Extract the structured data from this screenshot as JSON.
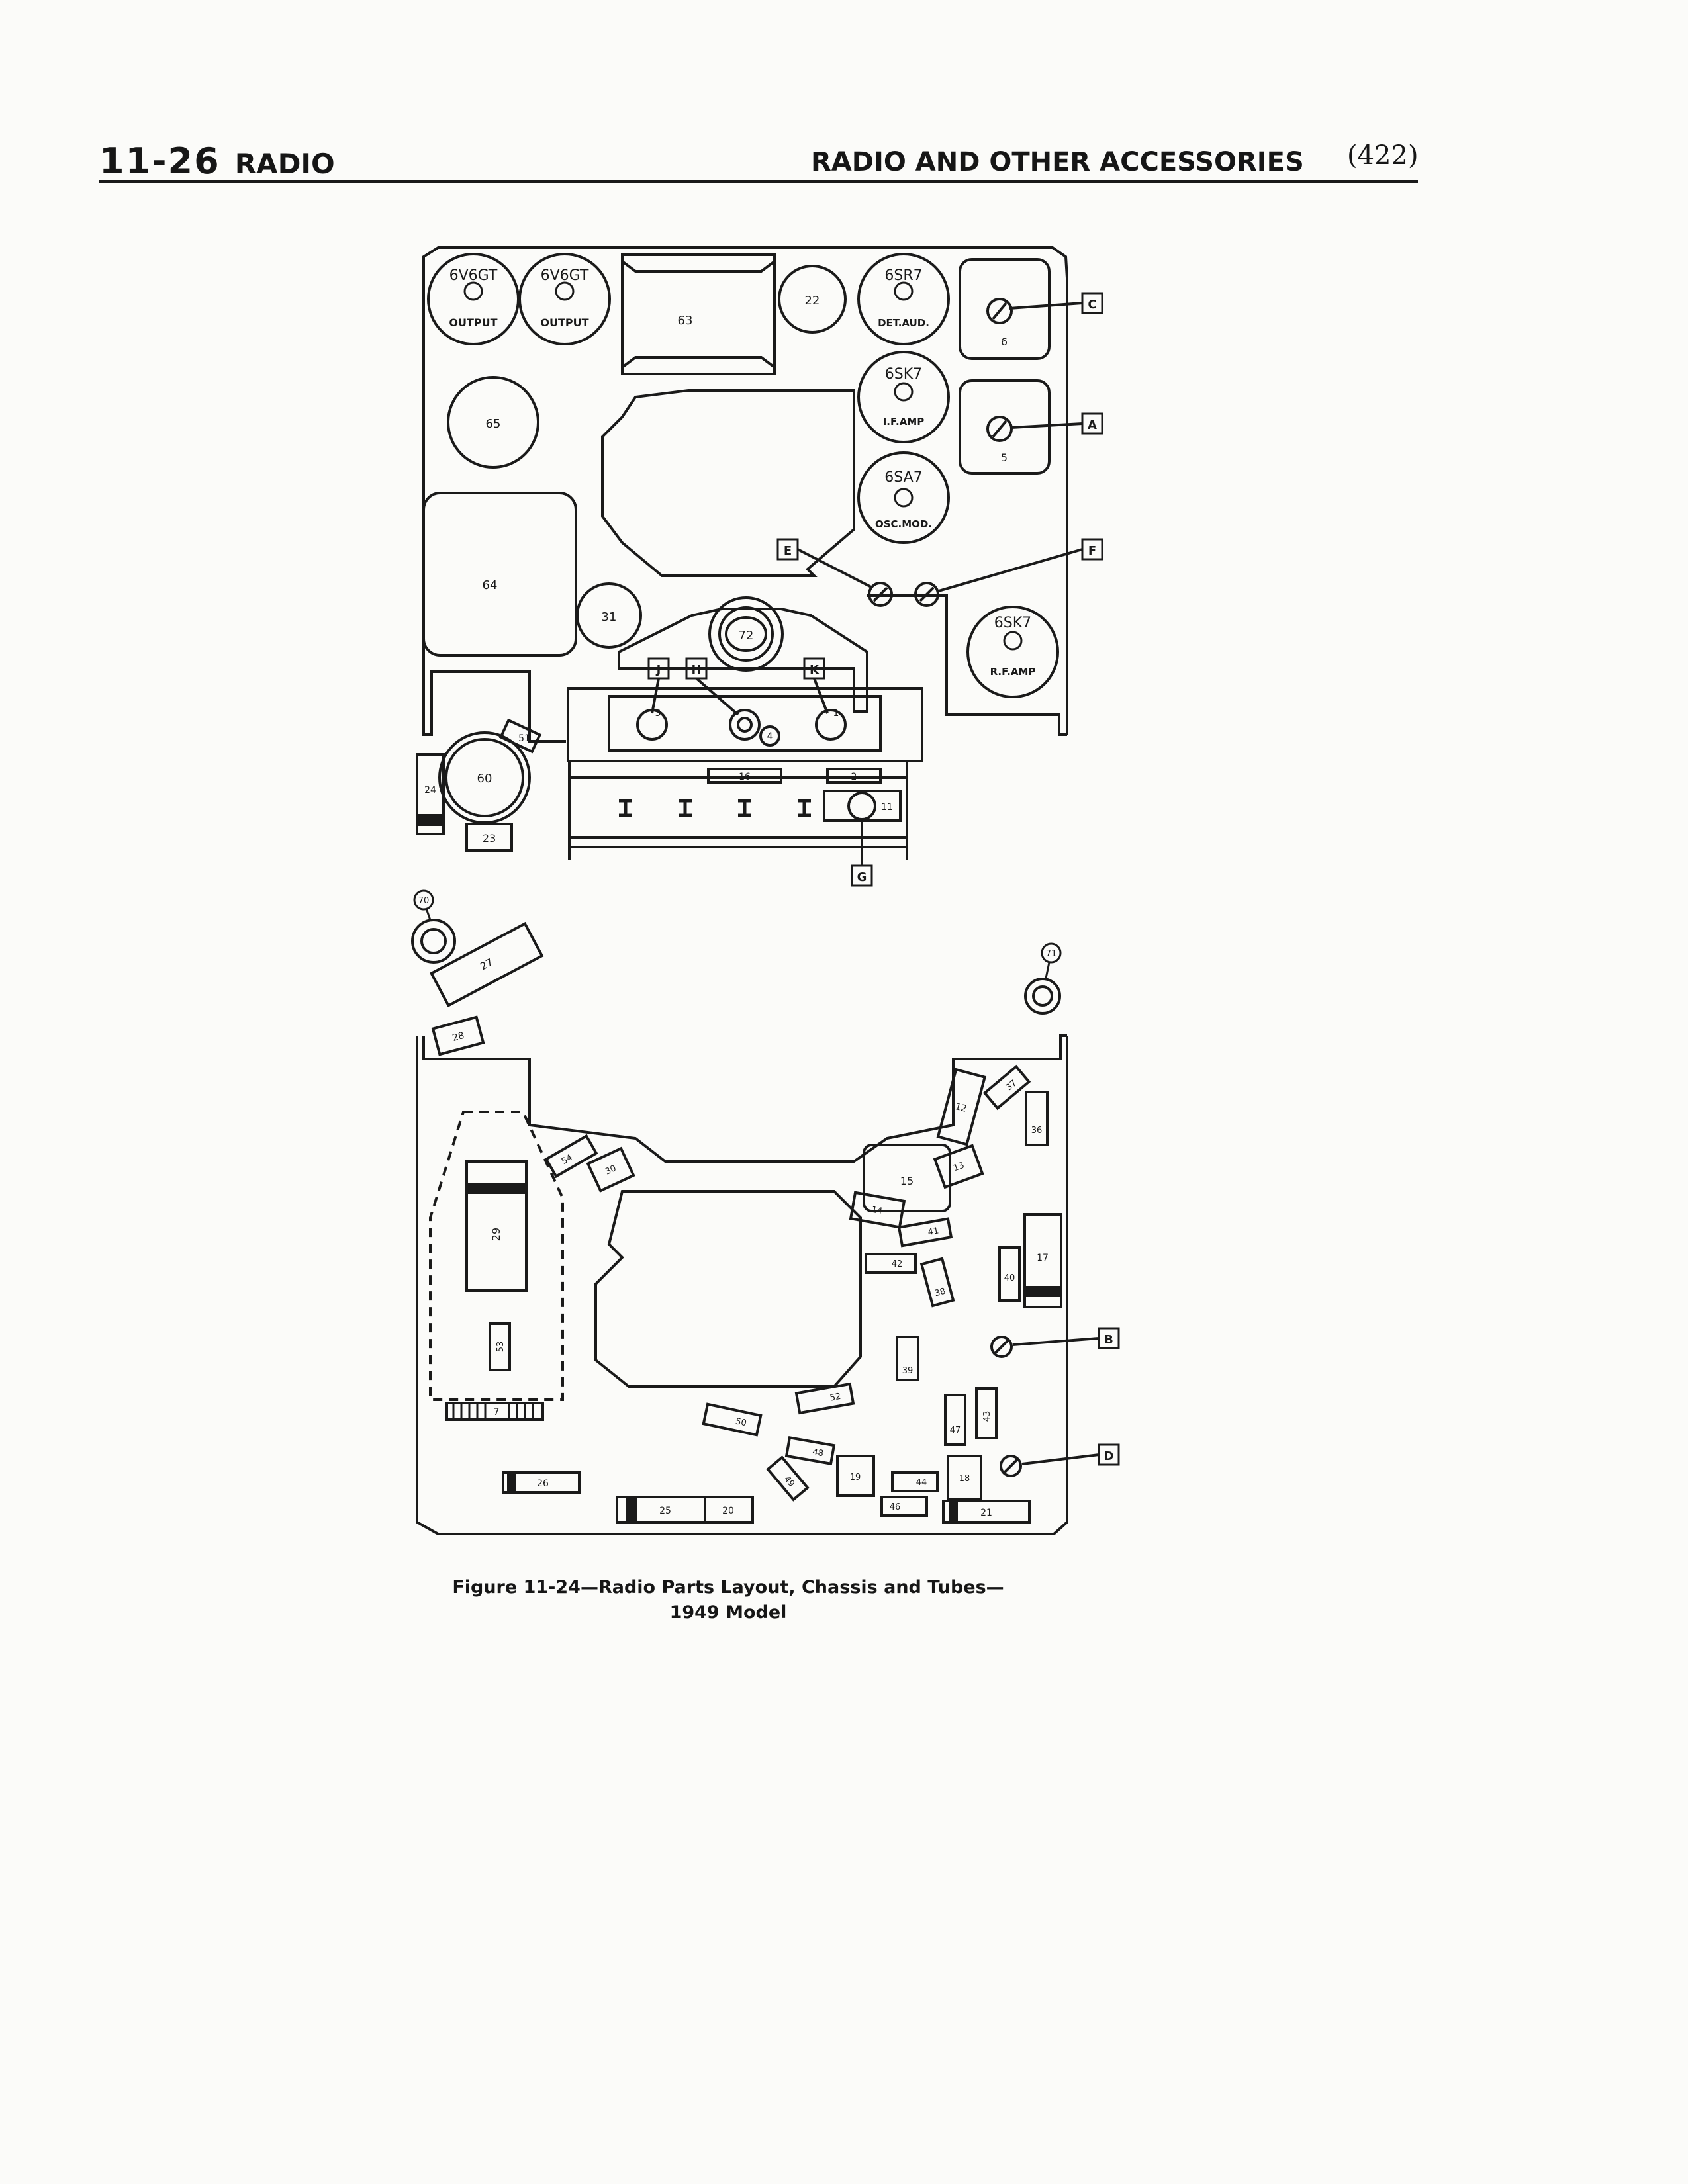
{
  "header": {
    "section_number": "11-26",
    "section_title": "RADIO",
    "chapter_title": "RADIO AND OTHER ACCESSORIES",
    "page_number": "(422)"
  },
  "figure": {
    "caption_line1": "Figure 11-24—Radio Parts Layout, Chassis and Tubes—",
    "caption_line2": "1949 Model",
    "tubes": [
      {
        "type": "6V6GT",
        "role": "OUTPUT"
      },
      {
        "type": "6V6GT",
        "role": "OUTPUT"
      },
      {
        "type": "6SR7",
        "role": "DET.AUD."
      },
      {
        "type": "6SK7",
        "role": "I.F.AMP"
      },
      {
        "type": "6SA7",
        "role": "OSC.MOD."
      },
      {
        "type": "6SK7",
        "role": "R.F.AMP"
      }
    ],
    "upper_parts": [
      "63",
      "22",
      "65",
      "64",
      "31",
      "72",
      "6",
      "5",
      "3",
      "4",
      "1",
      "51",
      "60",
      "24",
      "23",
      "16",
      "2",
      "11"
    ],
    "callouts_upper": [
      "C",
      "A",
      "E",
      "F",
      "J",
      "H",
      "K",
      "G"
    ],
    "loose_parts": [
      "70",
      "27",
      "71"
    ],
    "lower_parts": [
      "28",
      "12",
      "37",
      "36",
      "54",
      "30",
      "13",
      "15",
      "14",
      "41",
      "42",
      "38",
      "40",
      "17",
      "29",
      "53",
      "39",
      "7",
      "52",
      "50",
      "47",
      "43",
      "48",
      "49",
      "19",
      "44",
      "46",
      "18",
      "26",
      "25",
      "20",
      "21"
    ],
    "callouts_lower": [
      "B",
      "D"
    ]
  }
}
